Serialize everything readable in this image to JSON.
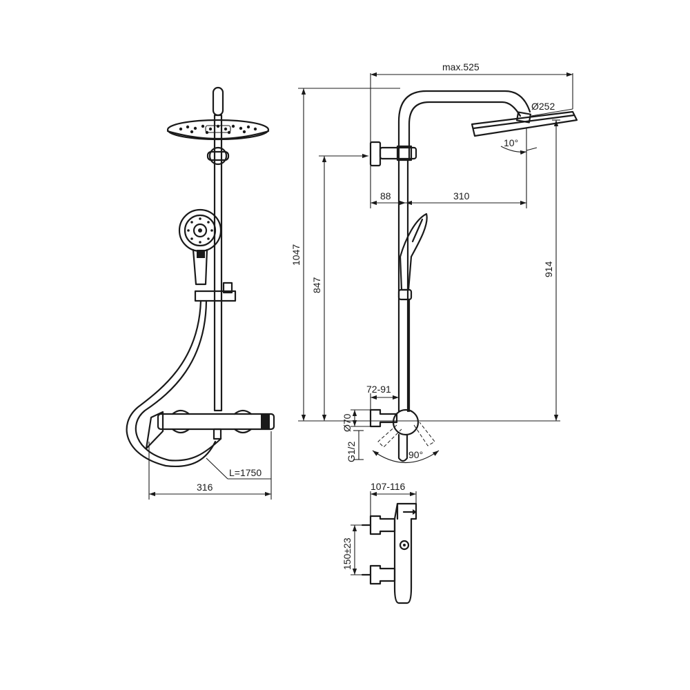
{
  "dimensions": {
    "max_width": "max.525",
    "head_diameter": "Ø252",
    "head_tilt": "10°",
    "total_height": "1047",
    "arm_height": "847",
    "offset_88": "88",
    "offset_310": "310",
    "head_height": "914",
    "mixer_depth": "72-91",
    "mixer_diameter": "Ø70",
    "thread": "G1/2",
    "lever_angle": "90°",
    "hose_length": "L=1750",
    "front_width": "316",
    "mixer_width": "107-116",
    "inlet_spacing": "150±23"
  }
}
